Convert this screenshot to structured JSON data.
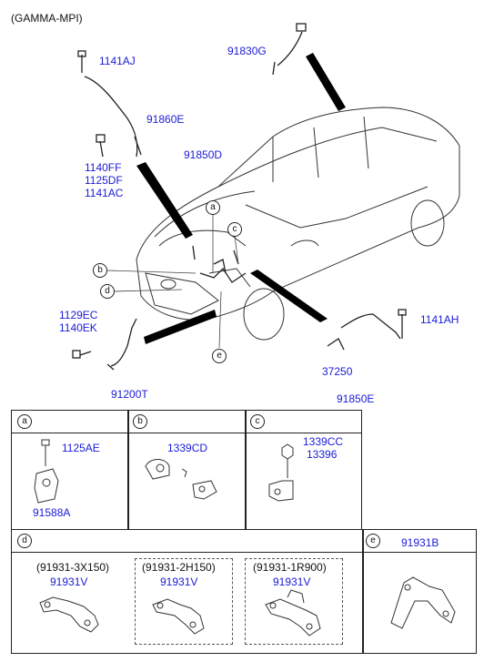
{
  "header": {
    "title": "(GAMMA-MPI)"
  },
  "main_labels": {
    "p91830G": "91830G",
    "p1141AJ": "1141AJ",
    "p91860E": "91860E",
    "p1140FF": "1140FF",
    "p1125DF": "1125DF",
    "p1141AC": "1141AC",
    "p91850D": "91850D",
    "p1129EC": "1129EC",
    "p1140EK": "1140EK",
    "p91200T": "91200T",
    "p1141AH": "1141AH",
    "p37250": "37250",
    "p91850E": "91850E"
  },
  "callouts": {
    "a": "a",
    "b": "b",
    "c": "c",
    "d": "d",
    "e": "e"
  },
  "table": {
    "cell_a": {
      "letter": "a",
      "part1": "1125AE",
      "part2": "91588A"
    },
    "cell_b": {
      "letter": "b",
      "part1": "1339CD"
    },
    "cell_c": {
      "letter": "c",
      "part1": "1339CC",
      "part2": "13396"
    },
    "cell_d": {
      "letter": "d",
      "variants": [
        {
          "code": "(91931-3X150)",
          "part": "91931V"
        },
        {
          "code": "(91931-2H150)",
          "part": "91931V"
        },
        {
          "code": "(91931-1R900)",
          "part": "91931V"
        }
      ]
    },
    "cell_e": {
      "letter": "e",
      "part1": "91931B"
    }
  }
}
